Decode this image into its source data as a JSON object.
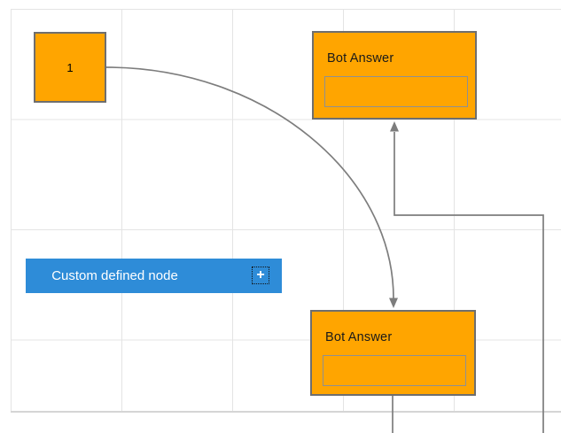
{
  "colors": {
    "node_fill": "#FFA500",
    "node_border": "#6E6E6E",
    "inner_box_border": "#909090",
    "custom_node_fill": "#2E8CD8",
    "custom_node_text": "#FFFFFF",
    "connector": "#7D7D7D",
    "grid_line": "#E4E4E4",
    "page_edge": "#D5D5D5",
    "node_text": "#1A1A1A"
  },
  "nodes": {
    "source": {
      "label": "1"
    },
    "bot_answer_top": {
      "title": "Bot Answer"
    },
    "bot_answer_bottom": {
      "title": "Bot Answer"
    },
    "custom": {
      "label": "Custom defined node"
    }
  },
  "icons": {
    "add_glyph": "+"
  }
}
